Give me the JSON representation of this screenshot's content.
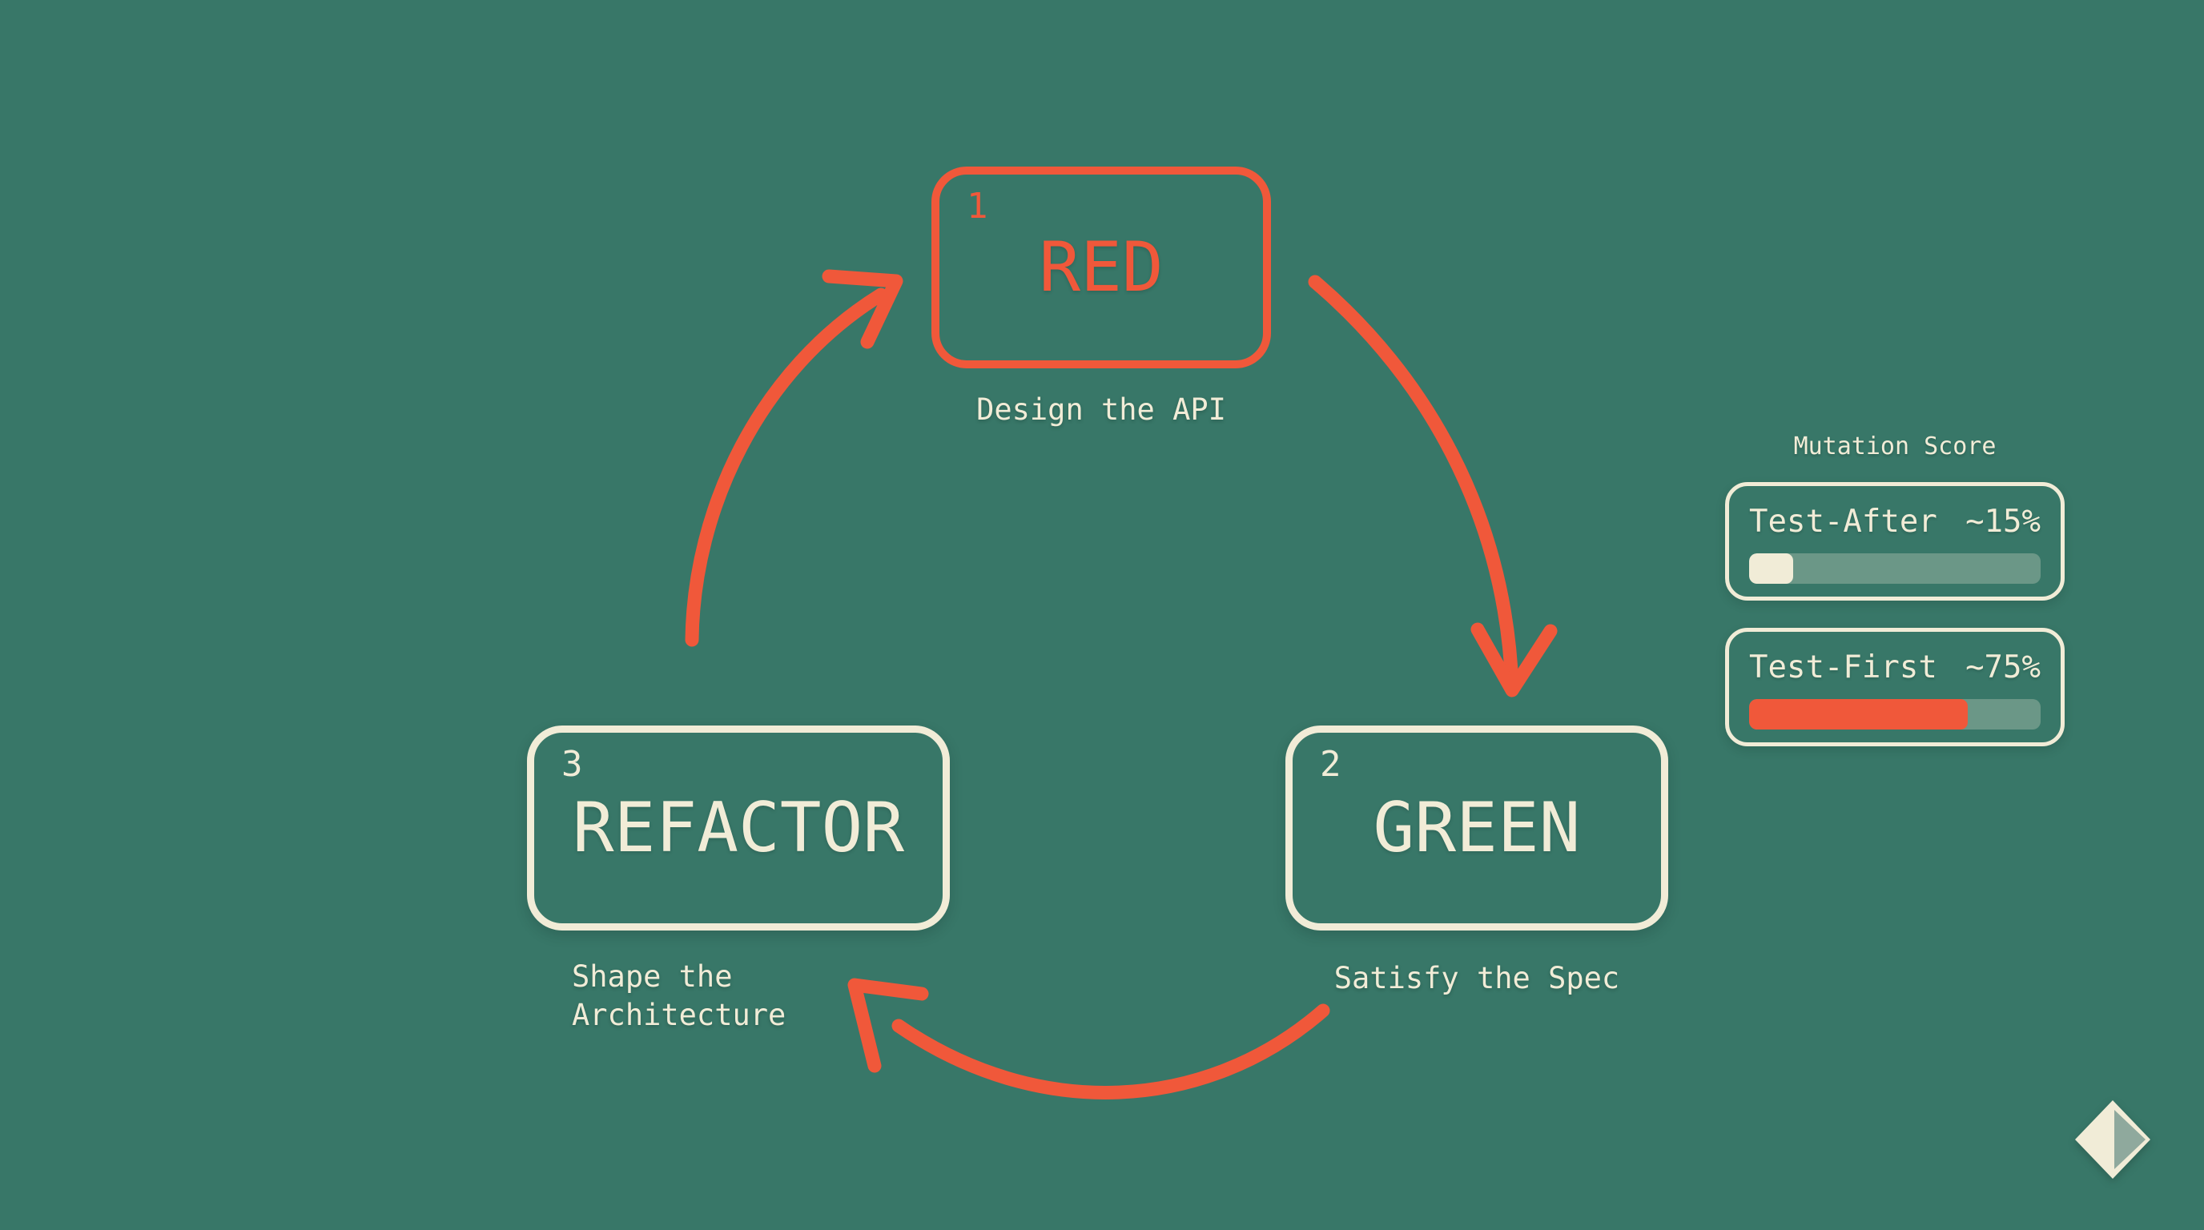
{
  "colors": {
    "background": "#387768",
    "accent_orange": "#F0583A",
    "accent_cream": "#F1ECD7",
    "bar_track": "rgba(241,236,215,0.28)",
    "logo_sage": "#8FA99D"
  },
  "cycle": {
    "red": {
      "number": "1",
      "label": "RED",
      "caption": "Design the API"
    },
    "green": {
      "number": "2",
      "label": "GREEN",
      "caption": "Satisfy the Spec"
    },
    "refactor": {
      "number": "3",
      "label": "REFACTOR",
      "caption_line1": "Shape the",
      "caption_line2": "Architecture"
    }
  },
  "panel": {
    "title": "Mutation Score",
    "bars": [
      {
        "label": "Test-After",
        "value": "~15%",
        "percent": 15
      },
      {
        "label": "Test-First",
        "value": "~75%",
        "percent": 75
      }
    ]
  }
}
